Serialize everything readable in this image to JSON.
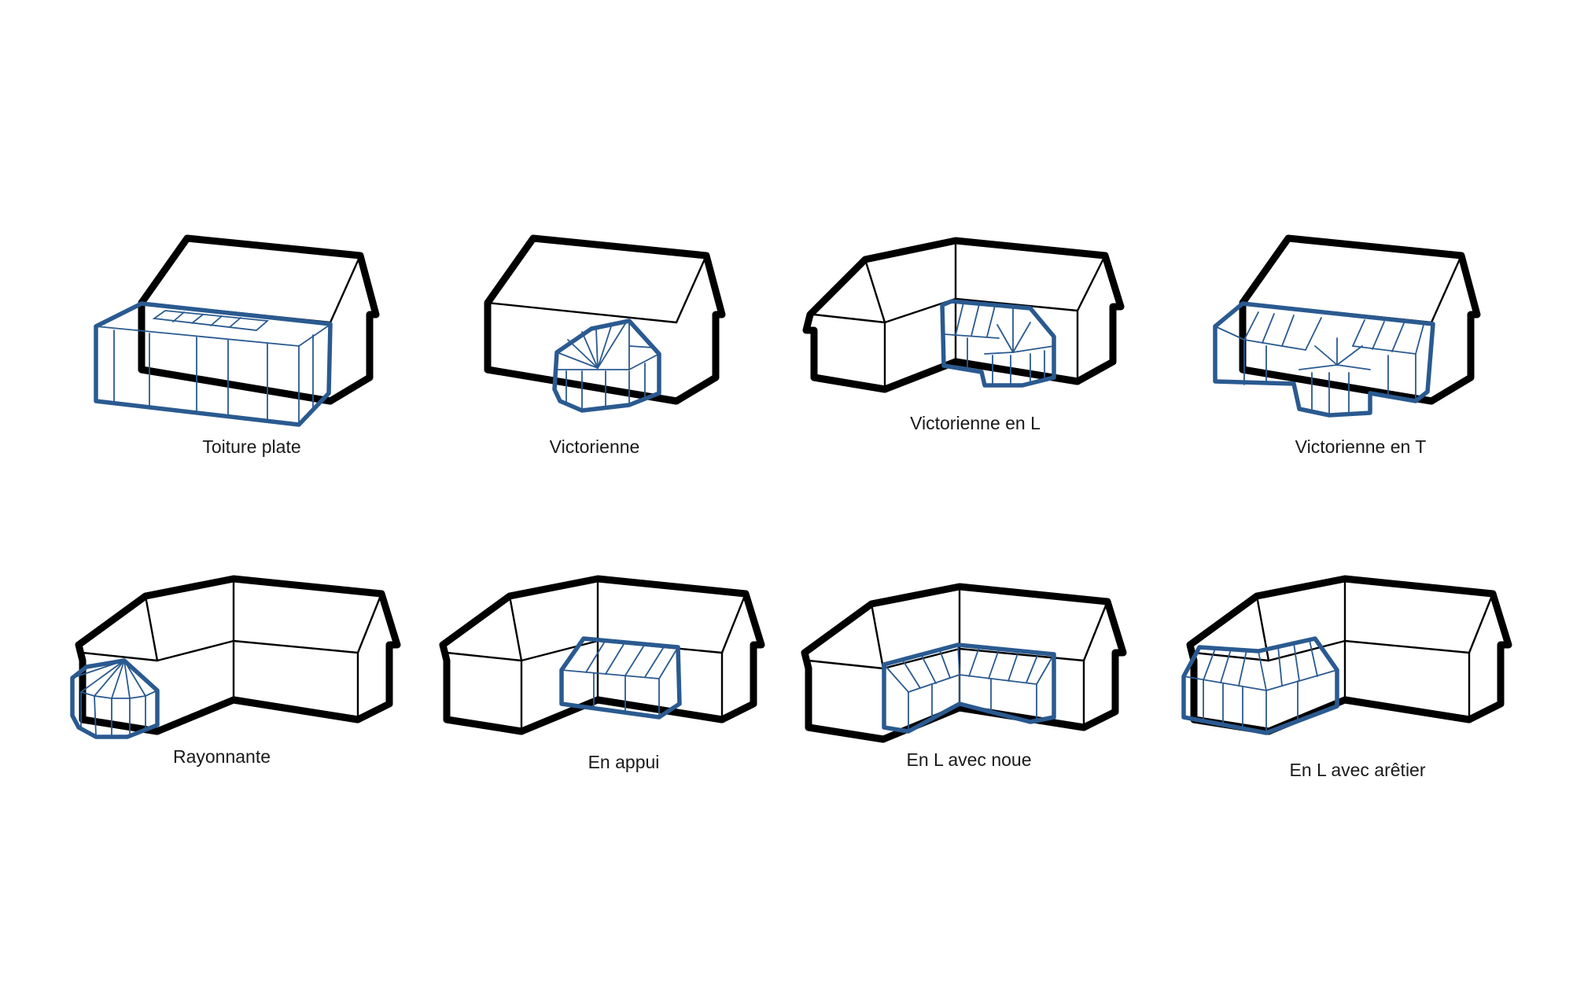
{
  "colors": {
    "house_outline": "#000000",
    "veranda": "#2a5a90",
    "background": "#ffffff"
  },
  "items": [
    {
      "id": "toiture-plate",
      "label": "Toiture plate"
    },
    {
      "id": "victorienne",
      "label": "Victorienne"
    },
    {
      "id": "victorienne-en-l",
      "label": "Victorienne en L"
    },
    {
      "id": "victorienne-en-t",
      "label": "Victorienne en T"
    },
    {
      "id": "rayonnante",
      "label": "Rayonnante"
    },
    {
      "id": "en-appui",
      "label": "En appui"
    },
    {
      "id": "en-l-avec-noue",
      "label": "En L avec noue"
    },
    {
      "id": "en-l-avec-aretier",
      "label": "En L avec arêtier"
    }
  ]
}
